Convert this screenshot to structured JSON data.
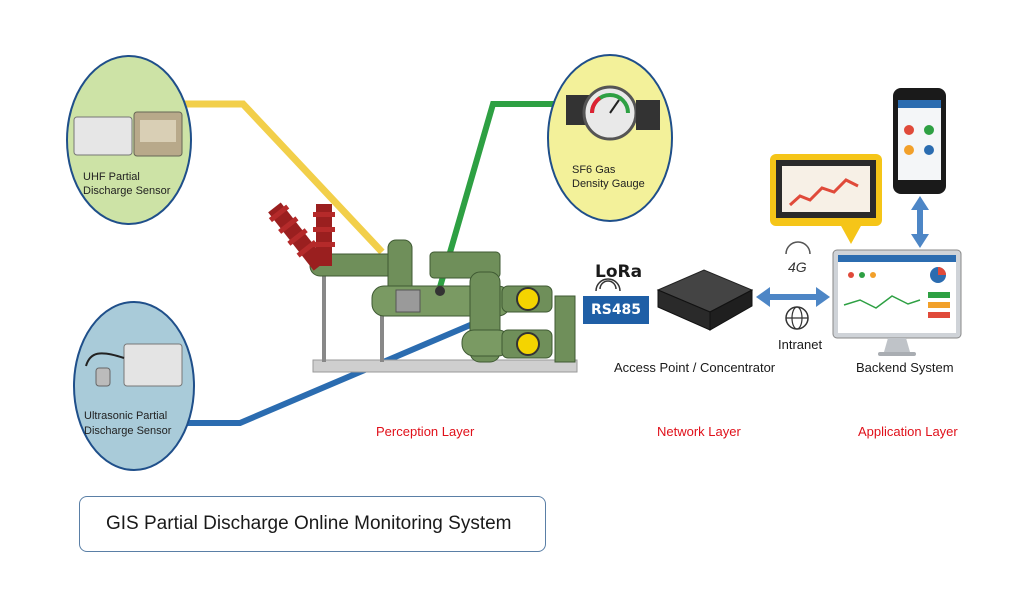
{
  "diagram": {
    "sensors": {
      "uhf": {
        "line1": "UHF Partial",
        "line2": "Discharge Sensor"
      },
      "sf6": {
        "line1": "SF6 Gas",
        "line2": "Density Gauge"
      },
      "ultrasonic": {
        "line1": "Ultrasonic Partial",
        "line2": "Discharge Sensor"
      }
    },
    "network": {
      "lora": "LoRa",
      "rs485": "RS485",
      "access_point": "Access Point / Concentrator",
      "g4": "4G",
      "intranet": "Intranet"
    },
    "backend": {
      "label": "Backend System"
    },
    "layers": {
      "perception": "Perception Layer",
      "network": "Network Layer",
      "application": "Application Layer"
    },
    "title": "GIS Partial Discharge Online Monitoring System",
    "colors": {
      "uhf_link": "#f2cf4a",
      "sf6_link": "#2ea043",
      "ultrasonic_link": "#2b6cb0",
      "layer_label": "#e0101a",
      "switchgear": "#6f8f5a",
      "arrow": "#4d86c6"
    }
  }
}
